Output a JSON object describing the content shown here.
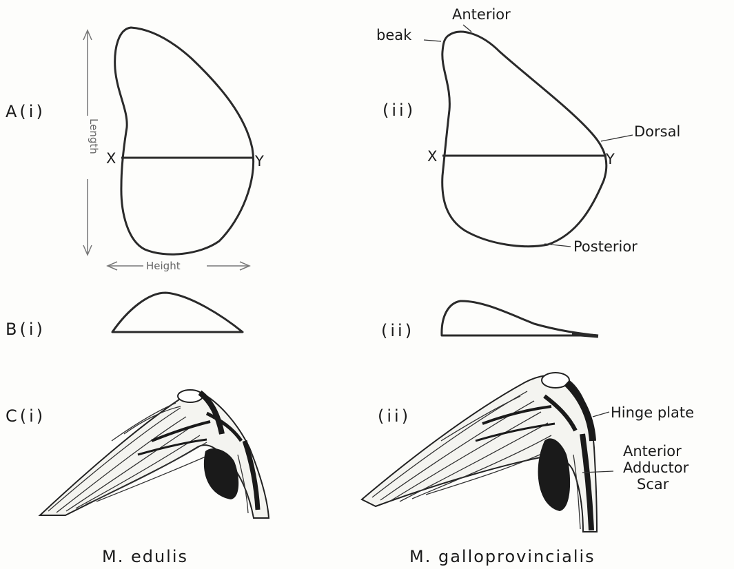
{
  "rows": {
    "a_left": "A(i)",
    "a_right": "(ii)",
    "b_left": "B(i)",
    "b_right": "(ii)",
    "c_left": "C(i)",
    "c_right": "(ii)"
  },
  "panel_a_left": {
    "x_label": "X",
    "y_label": "Y",
    "length_label": "Length",
    "height_label": "Height"
  },
  "panel_a_right": {
    "x_label": "X",
    "y_label": "Y",
    "beak": "beak",
    "anterior": "Anterior",
    "dorsal": "Dorsal",
    "posterior": "Posterior"
  },
  "panel_c_right": {
    "hinge_plate": "Hinge plate",
    "scar_line1": "Anterior",
    "scar_line2": "Adductor",
    "scar_line3": "Scar"
  },
  "species": {
    "left": "M. edulis",
    "right": "M. galloprovincialis"
  },
  "colors": {
    "ink": "#1a1a1a",
    "paper": "#fdfdfb"
  }
}
